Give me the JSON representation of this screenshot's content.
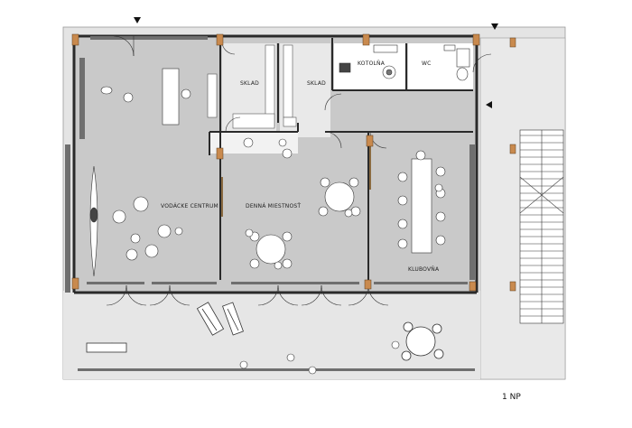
{
  "floor_label": "1 NP",
  "rooms": {
    "sklad_1": "SKLAD",
    "sklad_2": "SKLAD",
    "kotolna": "KOTOLŇA",
    "wc": "WC",
    "vodacke_centrum": "VODÁCKE CENTRUM",
    "denna_miestnost": "DENNÁ MIESTNOSŤ",
    "klubovna": "KLUBOVŇA"
  },
  "colors": {
    "floor_gray": "#c9c9c9",
    "terrace_gray": "#e3e3e3",
    "wall": "#2a2a2a",
    "column_accent": "#c98a4e",
    "furniture": "#ffffff"
  }
}
